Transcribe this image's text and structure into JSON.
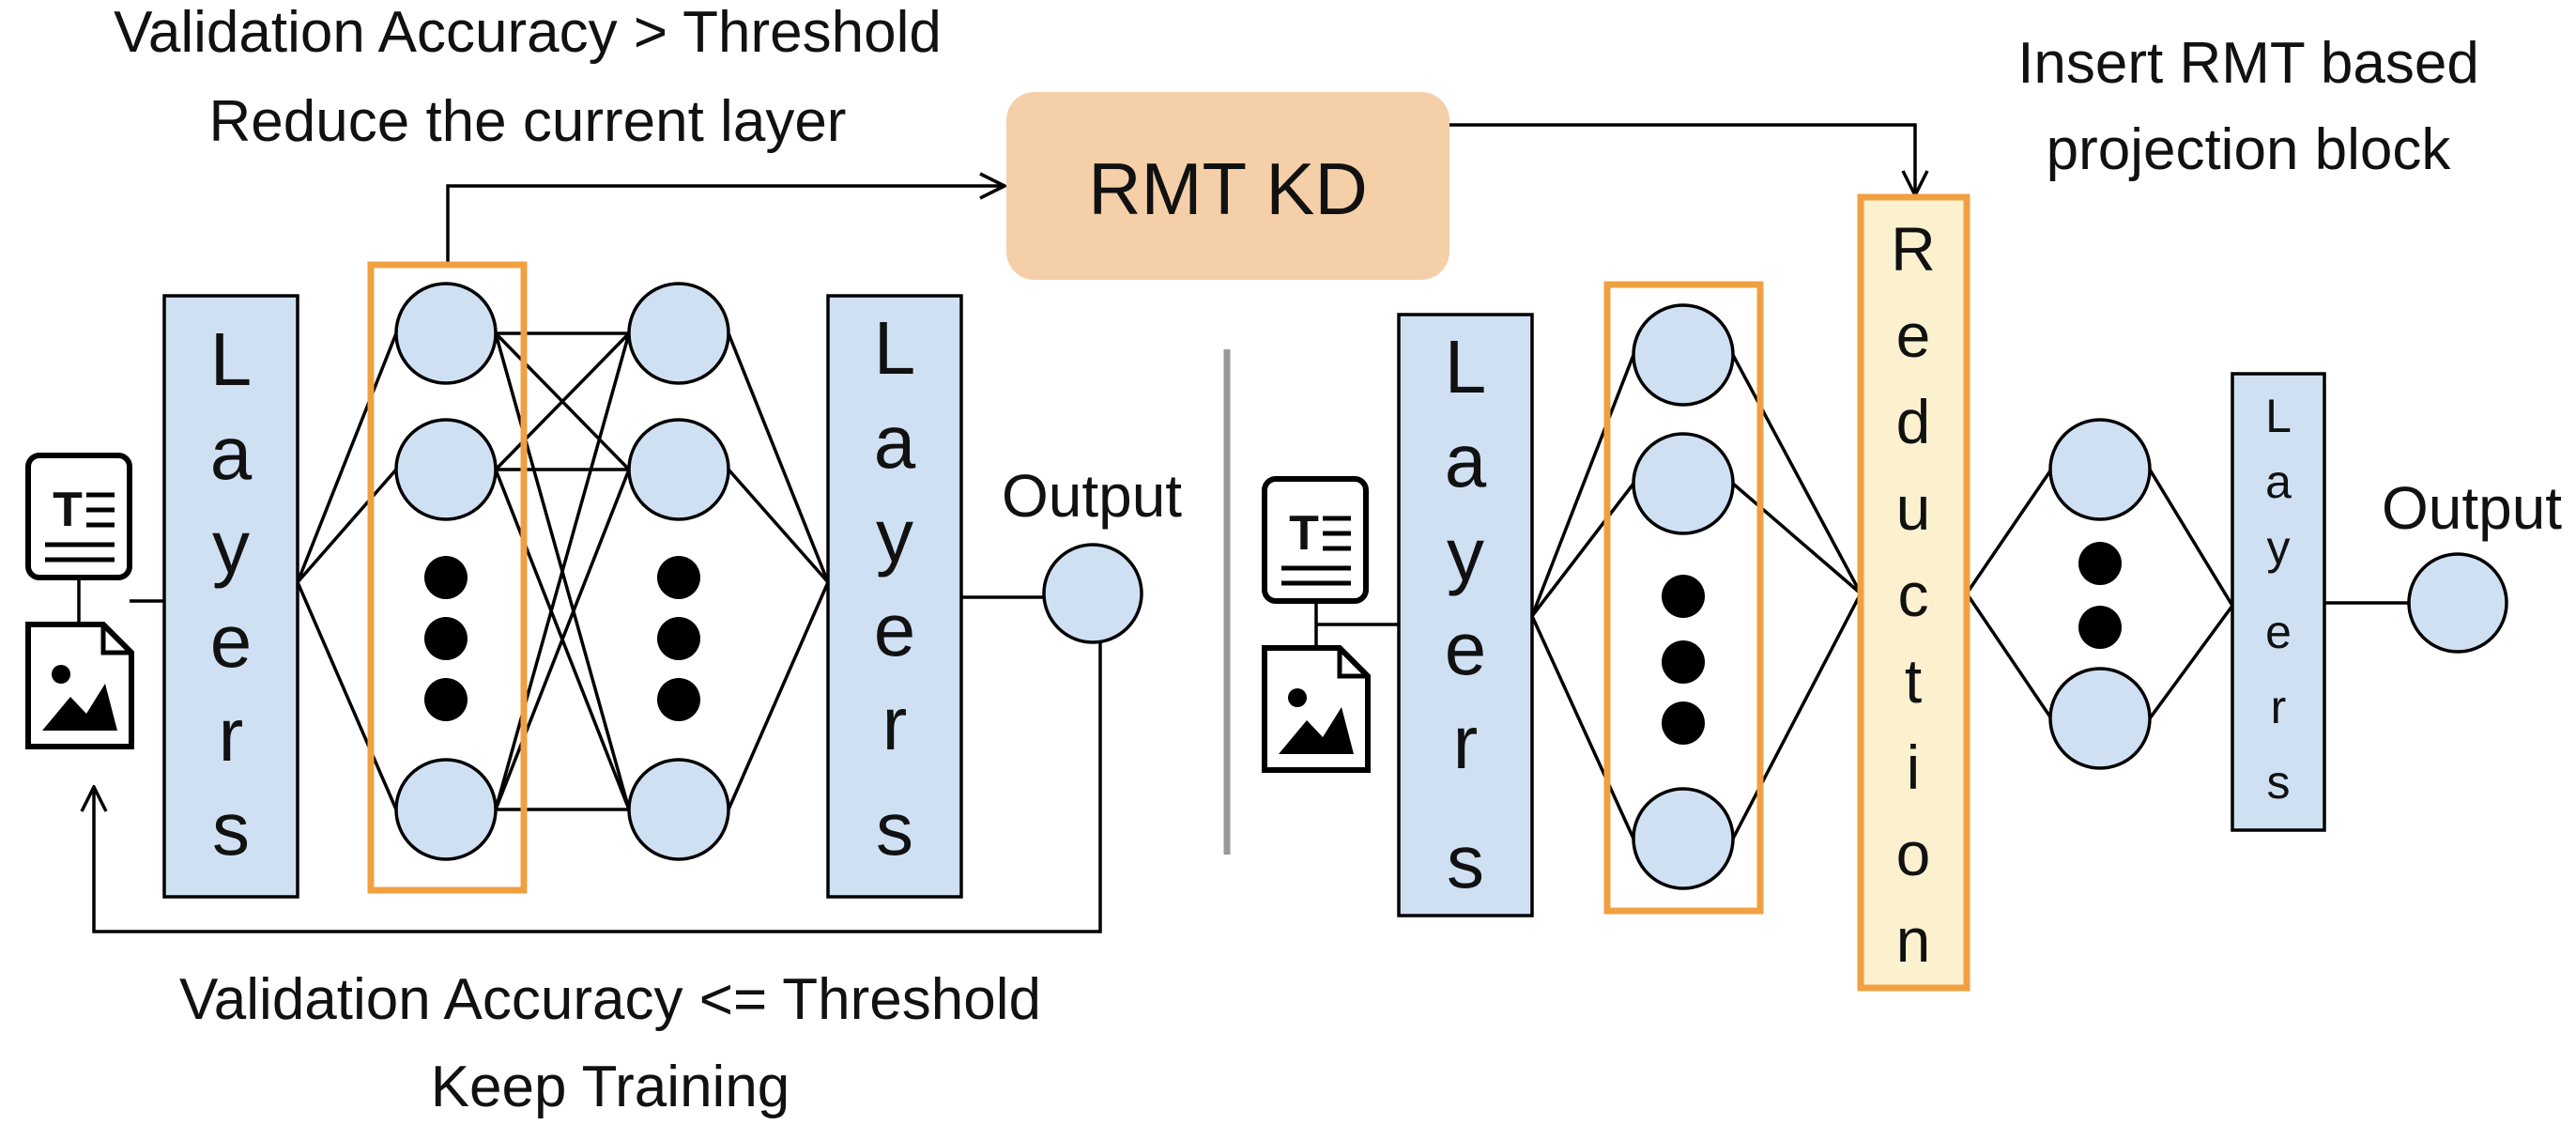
{
  "annotations": {
    "top_condition_line1": "Validation Accuracy > Threshold",
    "top_condition_line2": "Reduce the current layer",
    "bottom_condition_line1": "Validation Accuracy <= Threshold",
    "bottom_condition_line2": "Keep Training",
    "insert_line1": "Insert RMT based",
    "insert_line2": "projection block"
  },
  "rmt_box": {
    "label": "RMT KD"
  },
  "left_network": {
    "layers_block_1": [
      "L",
      "a",
      "y",
      "e",
      "r",
      "s"
    ],
    "layers_block_2": [
      "L",
      "a",
      "y",
      "e",
      "r",
      "s"
    ],
    "output_label": "Output"
  },
  "right_network": {
    "layers_block_1": [
      "L",
      "a",
      "y",
      "e",
      "r",
      "s"
    ],
    "reduction_block": [
      "R",
      "e",
      "d",
      "u",
      "c",
      "t",
      "i",
      "o",
      "n"
    ],
    "layers_block_2": [
      "L",
      "a",
      "y",
      "e",
      "r",
      "s"
    ],
    "output_label": "Output"
  },
  "colors": {
    "layer_fill": "#cfe0f3",
    "node_fill": "#cfe0f3",
    "highlight_border": "#f0a040",
    "rmt_box_fill": "#f4cfa8",
    "reduction_fill": "#fbf1cf",
    "divider": "#999999"
  },
  "icons": [
    "text-document-icon",
    "image-file-icon"
  ]
}
